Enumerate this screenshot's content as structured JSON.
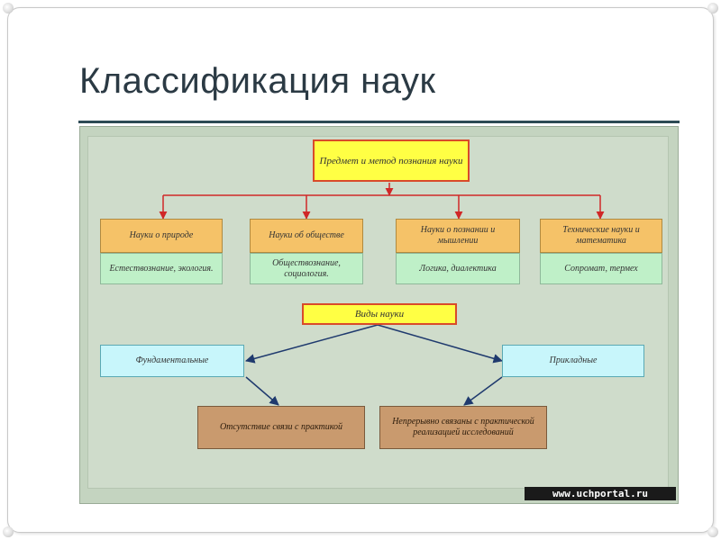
{
  "slide": {
    "title": "Классификация наук",
    "watermark": "www.uchportal.ru"
  },
  "diagram": {
    "top": "Предмет и метод познания науки",
    "categories": [
      {
        "header": "Науки о природе",
        "content": "Естествознание, экология."
      },
      {
        "header": "Науки об обществе",
        "content": "Обществознание, социология."
      },
      {
        "header": "Науки о познании и мышлении",
        "content": "Логика, диалектика"
      },
      {
        "header": "Технические науки и математика",
        "content": "Сопромат, термех"
      }
    ],
    "types_label": "Виды науки",
    "types": [
      {
        "name": "Фундаментальные",
        "detail": "Отсутствие связи с практикой"
      },
      {
        "name": "Прикладные",
        "detail": "Непрерывно связаны с практической реализацией исследований"
      }
    ]
  },
  "colors": {
    "red_arrow": "#d02828",
    "blue_arrow": "#1f3a6e"
  }
}
